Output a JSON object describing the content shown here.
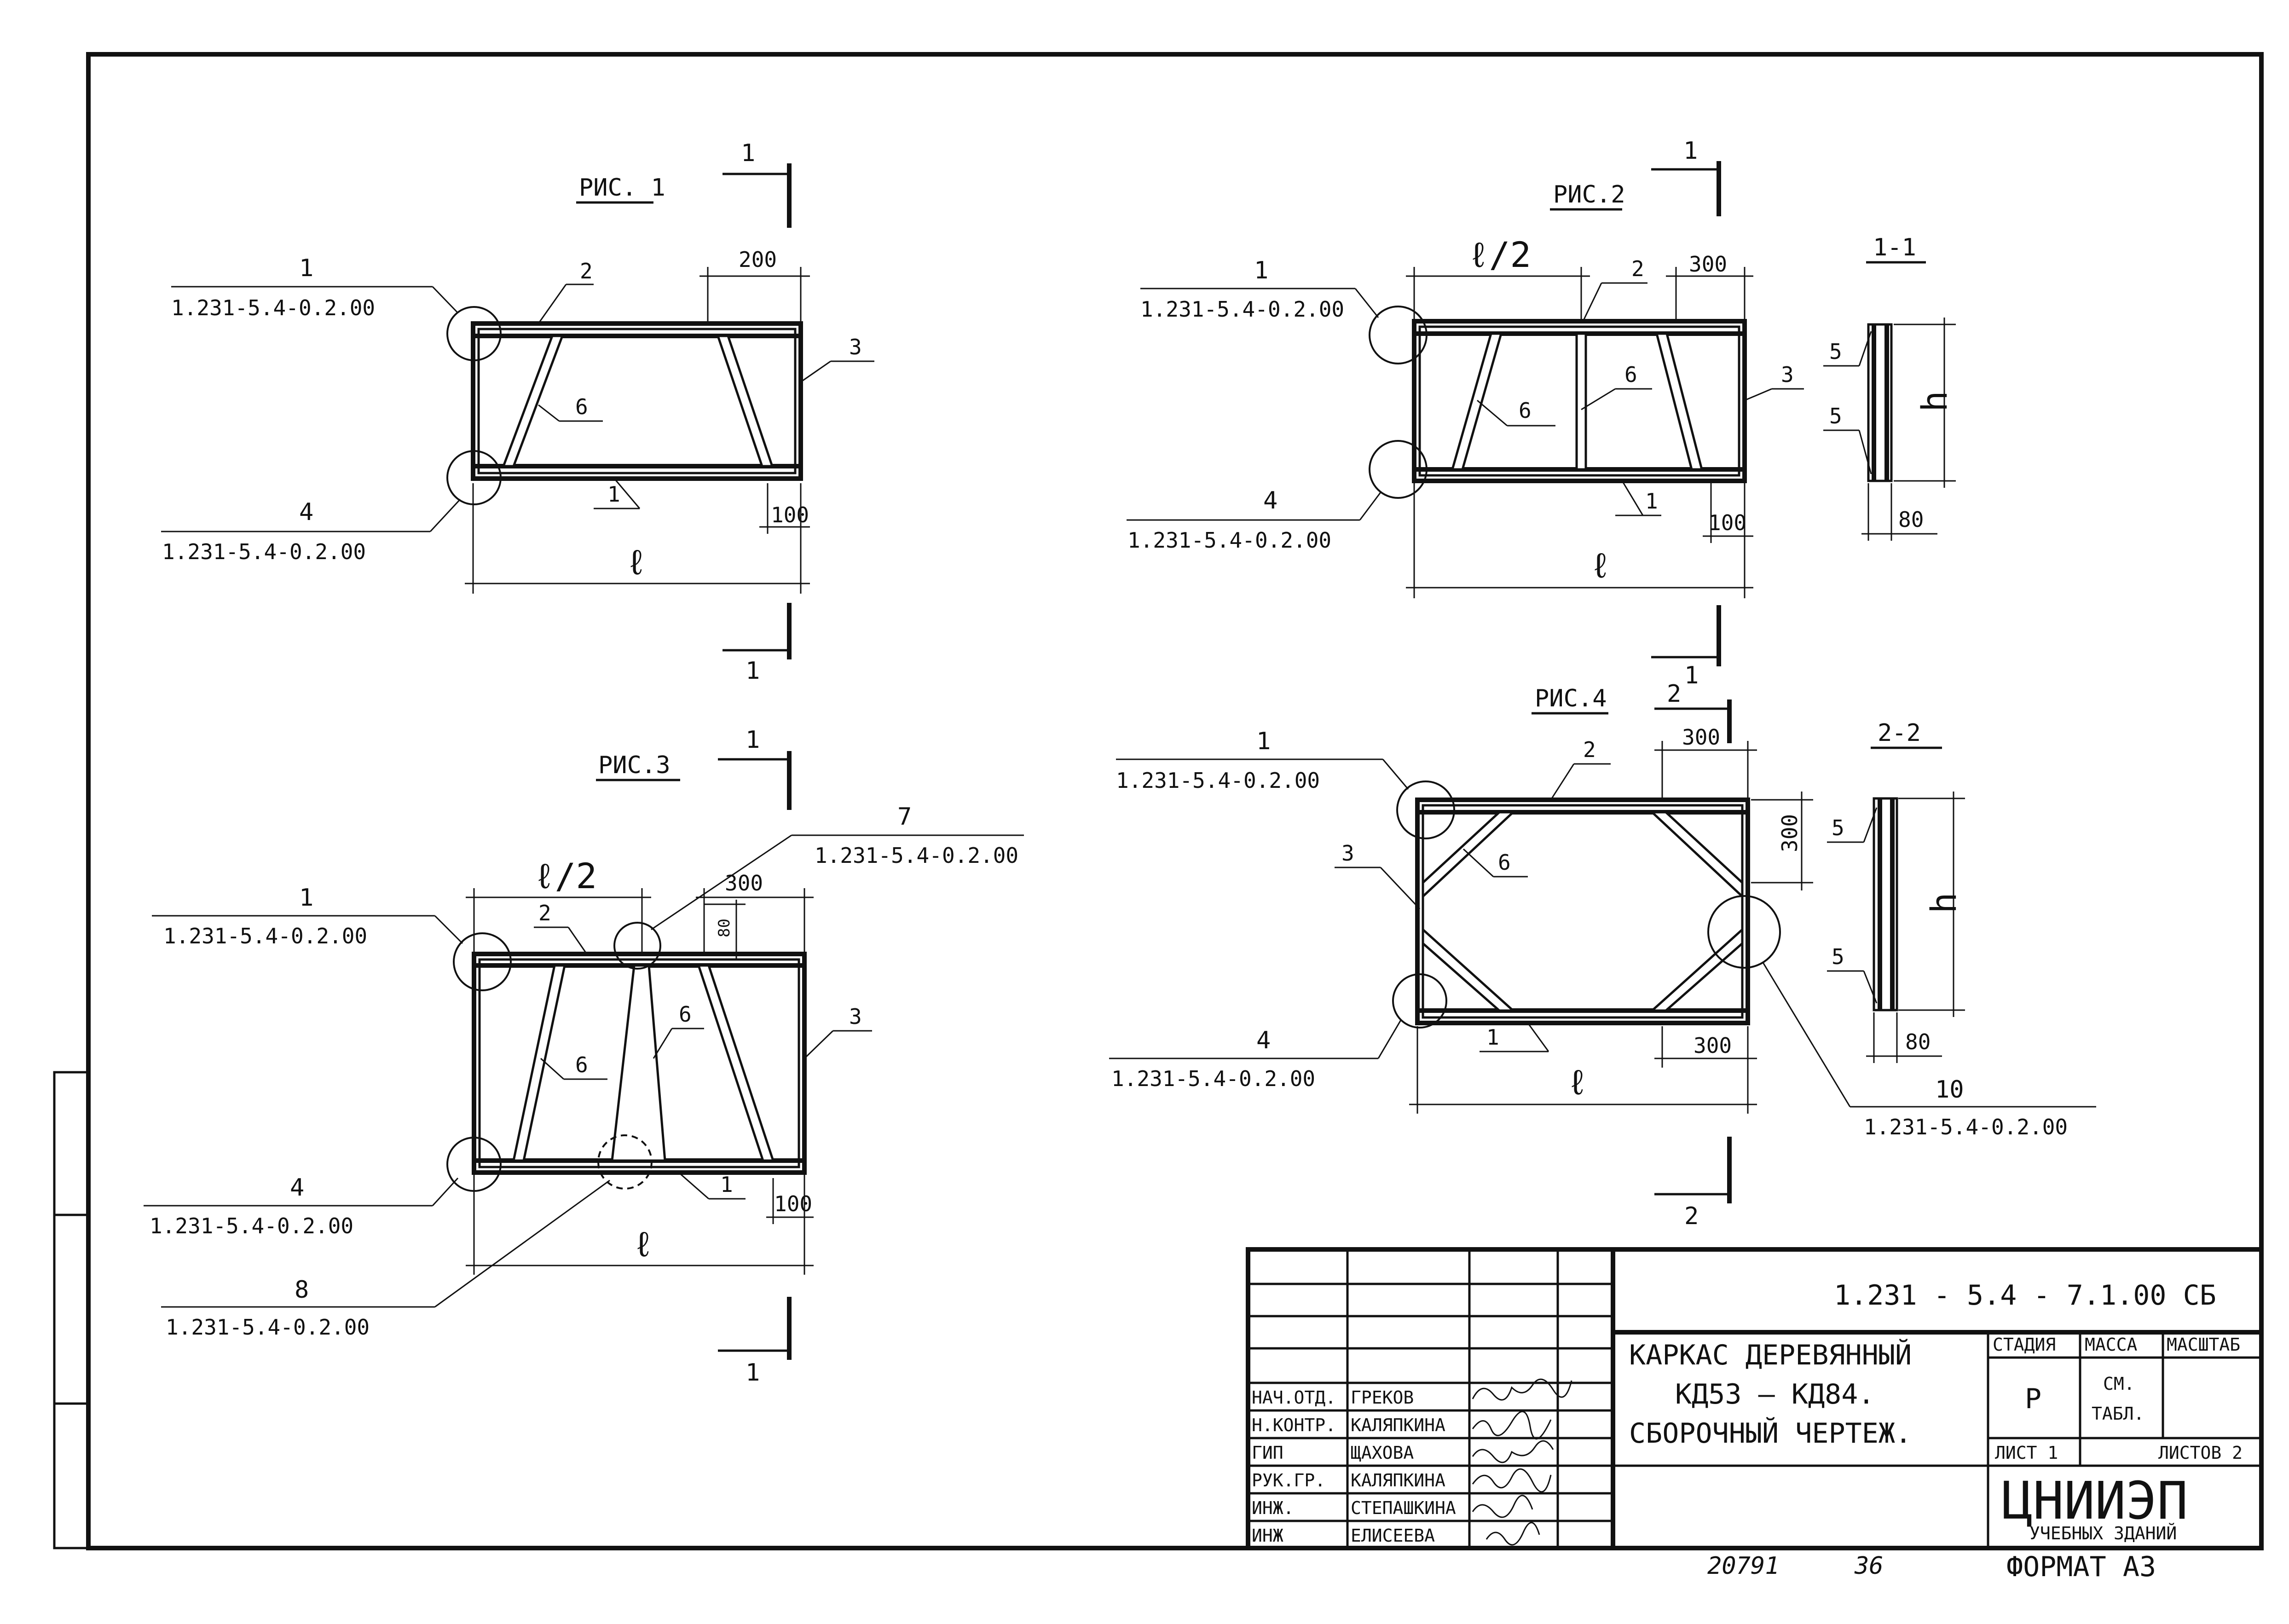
{
  "document": {
    "code": "1.231 - 5.4 - 7.1.00 СБ",
    "title_lines": [
      "КАРКАС ДЕРЕВЯННЫЙ",
      "КД53 — КД84.",
      "СБОРОЧНЫЙ ЧЕРТЕЖ."
    ],
    "ref_code": "1.231-5.4-0.2.00",
    "stage_header": "СТАДИЯ",
    "mass_header": "МАССА",
    "scale_header": "МАСШТАБ",
    "stage_value": "Р",
    "mass_value": [
      "СМ.",
      "ТАБЛ."
    ],
    "sheet_label": "ЛИСТ 1",
    "sheets_label": "ЛИСТОВ 2",
    "org_name": "ЦНИИЭП",
    "org_sub": "УЧЕБНЫХ ЗДАНИЙ",
    "format": "ФОРМАТ А3",
    "inv_number": "20791",
    "inv_page": "36"
  },
  "signatures": [
    {
      "role": "НАЧ.ОТД.",
      "name": "ГРЕКОВ"
    },
    {
      "role": "Н.КОНТР.",
      "name": "КАЛЯПКИНА"
    },
    {
      "role": "ГИП",
      "name": "ЩАХОВА"
    },
    {
      "role": "РУК.ГР.",
      "name": "КАЛЯПКИНА"
    },
    {
      "role": "ИНЖ.",
      "name": "СТЕПАШКИНА"
    },
    {
      "role": "ИНЖ",
      "name": "ЕЛИСЕЕВА"
    }
  ],
  "fig1": {
    "title": "РИС. 1",
    "leader1_num": "1",
    "leader4_num": "4",
    "pos2": "2",
    "pos3": "3",
    "pos6": "6",
    "pos1": "1",
    "dim_top": "200",
    "dim_bottom": "100",
    "dim_length": "ℓ",
    "section_num": "1"
  },
  "fig2": {
    "title": "РИС.2",
    "leader1_num": "1",
    "leader4_num": "4",
    "pos2": "2",
    "pos3": "3",
    "pos6a": "6",
    "pos6b": "6",
    "pos1": "1",
    "dim_half": "ℓ/2",
    "dim_top": "300",
    "dim_bottom": "100",
    "dim_length": "ℓ",
    "section_num": "1"
  },
  "section11": {
    "title": "1-1",
    "pos5a": "5",
    "pos5b": "5",
    "dim_h": "h",
    "dim_w": "80"
  },
  "fig3": {
    "title": "РИС.3",
    "leader1_num": "1",
    "leader4_num": "4",
    "leader7_num": "7",
    "leader8_num": "8",
    "pos2": "2",
    "pos3": "3",
    "pos6a": "6",
    "pos6b": "6",
    "pos1": "1",
    "dim_half": "ℓ/2",
    "dim_top": "300",
    "dim_80": "80",
    "dim_bottom": "100",
    "dim_length": "ℓ",
    "section_num": "1"
  },
  "fig4": {
    "title": "РИС.4",
    "leader1_num": "1",
    "leader4_num": "4",
    "leader10_num": "10",
    "pos2": "2",
    "pos3": "3",
    "pos6": "6",
    "pos1": "1",
    "dim_top": "300",
    "dim_side": "300",
    "dim_bottom": "300",
    "dim_length": "ℓ",
    "section_num": "2"
  },
  "section22": {
    "title": "2-2",
    "pos5a": "5",
    "pos5b": "5",
    "dim_h": "h",
    "dim_w": "80"
  }
}
